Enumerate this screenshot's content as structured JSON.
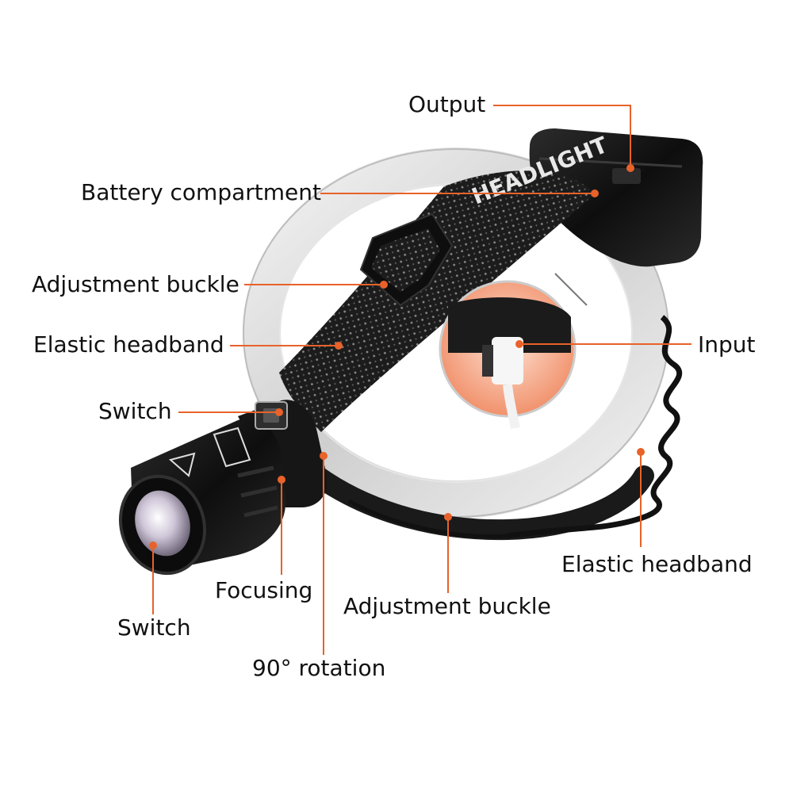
{
  "labels": {
    "output": "Output",
    "battery": "Battery compartment",
    "buckle_top": "Adjustment buckle",
    "headband_left": "Elastic headband",
    "switch_top": "Switch",
    "input": "Input",
    "headband_right": "Elastic headband",
    "focusing": "Focusing",
    "buckle_bottom": "Adjustment buckle",
    "switch_bottom": "Switch",
    "rotation": "90° rotation"
  },
  "strap_text": "HEADLIGHT",
  "colors": {
    "leader": "#e8622a",
    "body": "#151515",
    "strap": "#1c1c1c",
    "band": "#dcdcdc",
    "inset_fill": "#f6b49a"
  }
}
